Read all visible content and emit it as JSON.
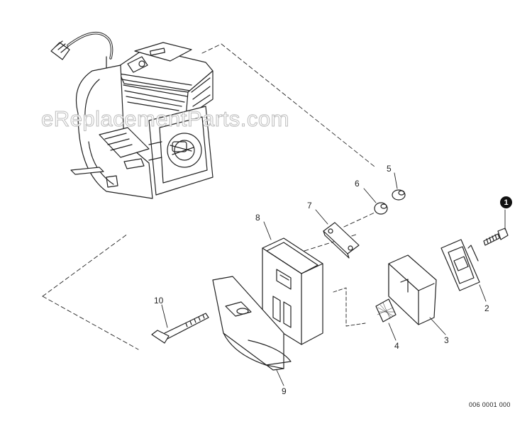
{
  "watermark": "eReplacementParts.com",
  "reference_badge": "1",
  "diagram_code": "006 0001 000",
  "callouts": {
    "c1": "1",
    "c2": "2",
    "c3": "3",
    "c4": "4",
    "c5": "5",
    "c6": "6",
    "c7": "7",
    "c8": "8",
    "c9": "9",
    "c10": "10"
  }
}
